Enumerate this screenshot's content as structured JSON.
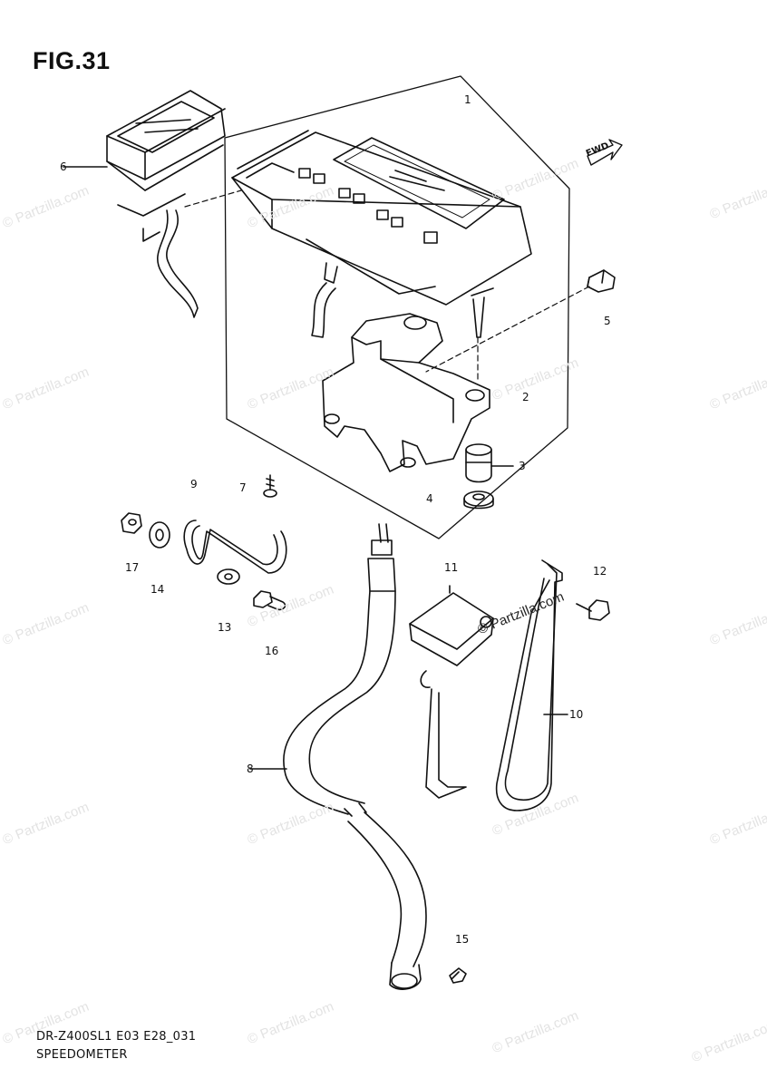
{
  "figure": {
    "title": "FIG.31"
  },
  "callouts": [
    {
      "id": "1",
      "label": "1"
    },
    {
      "id": "2",
      "label": "2"
    },
    {
      "id": "3",
      "label": "3"
    },
    {
      "id": "4",
      "label": "4"
    },
    {
      "id": "5",
      "label": "5"
    },
    {
      "id": "6",
      "label": "6"
    },
    {
      "id": "7",
      "label": "7"
    },
    {
      "id": "8",
      "label": "8"
    },
    {
      "id": "9",
      "label": "9"
    },
    {
      "id": "10",
      "label": "10"
    },
    {
      "id": "11",
      "label": "11"
    },
    {
      "id": "12",
      "label": "12"
    },
    {
      "id": "13",
      "label": "13"
    },
    {
      "id": "14",
      "label": "14"
    },
    {
      "id": "15",
      "label": "15"
    },
    {
      "id": "16",
      "label": "16"
    },
    {
      "id": "17",
      "label": "17"
    }
  ],
  "direction_marker": {
    "label": "FWD"
  },
  "footer": {
    "model_code": "DR-Z400SL1 E03 E28_031",
    "section_name": "SPEEDOMETER"
  },
  "watermark": {
    "text": "© Partzilla.com"
  },
  "colors": {
    "line": "#111111",
    "watermark": "#e3e3e3"
  }
}
